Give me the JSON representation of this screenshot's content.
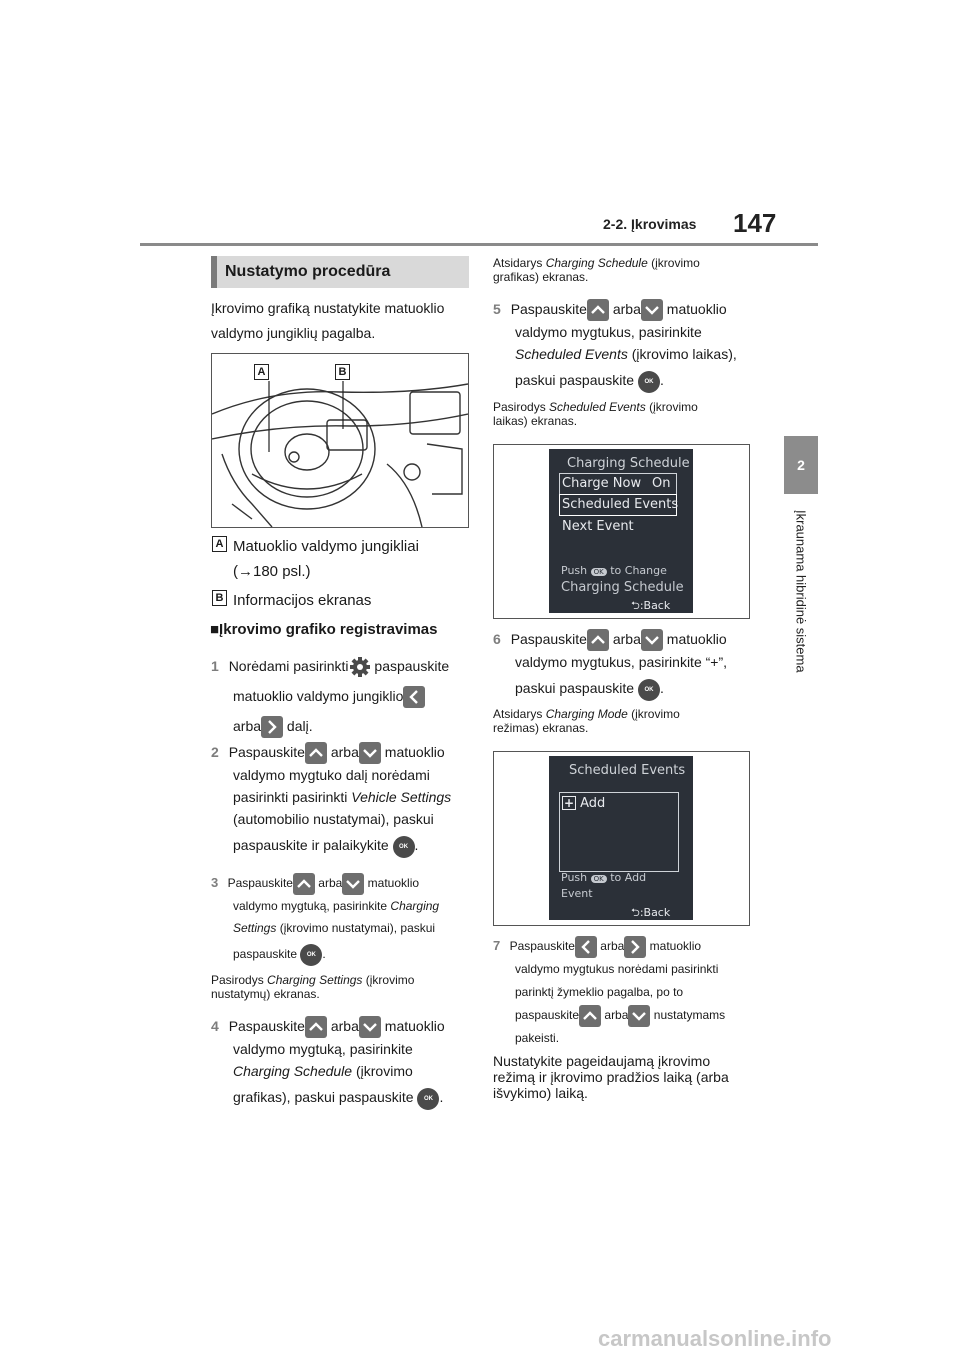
{
  "header": {
    "section": "2-2. Įkrovimas",
    "page_number": "147"
  },
  "side": {
    "tab_number": "2",
    "chapter": "Įkraunama hibridinė sistema"
  },
  "left": {
    "section_title": "Nustatymo procedūra",
    "intro": "Įkrovimo grafiką nustatykite matuoklio valdymo jungiklių pagalba.",
    "intro_l1": "Įkrovimo grafiką nustatykite matuoklio",
    "intro_l2": "valdymo jungiklių pagalba.",
    "fig_label_a": "A",
    "fig_label_b": "B",
    "legend_a_l1": "Matuoklio valdymo jungikliai",
    "legend_a_l2": "(→180 psl.)",
    "legend_b": "Informacijos ekranas",
    "subhead": "■Įkrovimo grafiko registravimas",
    "step1_num": "1",
    "step1_a": "Norėdami pasirinkti",
    "step1_b": "paspauskite",
    "step1_c": "matuoklio valdymo jungiklio",
    "step1_d": "arba",
    "step1_e": "dalį.",
    "step2_num": "2",
    "step2_a": "Paspauskite",
    "step2_b": "arba",
    "step2_c": "matuoklio",
    "step2_l2": "valdymo mygtuko dalį norėdami",
    "step2_l3a": "pasirinkti pasirinkti",
    "step2_l3b": "Vehicle Settings",
    "step2_l4": "(automobilio nustatymai), paskui",
    "step2_l5": "paspauskite ir palaikykite",
    "step3_num": "3",
    "step3_a": "Paspauskite",
    "step3_b": "arba",
    "step3_c": "matuoklio",
    "step3_l2a": "valdymo mygtuką, pasirinkite",
    "step3_l2b": "Charging",
    "step3_l3a": "Settings",
    "step3_l3b": "(įkrovimo nustatymai), paskui",
    "step3_l4": "paspauskite",
    "note3_l1a": "Pasirodys",
    "note3_l1b": "Charging Settings",
    "note3_l1c": "(įkrovimo",
    "note3_l2": "nustatymų) ekranas.",
    "step4_num": "4",
    "step4_a": "Paspauskite",
    "step4_b": "arba",
    "step4_c": "matuoklio",
    "step4_l2": "valdymo mygtuką, pasirinkite",
    "step4_l3a": "Charging Schedule",
    "step4_l3b": "(įkrovimo",
    "step4_l4": "grafikas), paskui paspauskite"
  },
  "right": {
    "note4_l1a": "Atsidarys",
    "note4_l1b": "Charging Schedule",
    "note4_l1c": "(įkrovimo",
    "note4_l2": "grafikas) ekranas.",
    "step5_num": "5",
    "step5_a": "Paspauskite",
    "step5_b": "arba",
    "step5_c": "matuoklio",
    "step5_l2": "valdymo mygtukus, pasirinkite",
    "step5_l3a": "Scheduled Events",
    "step5_l3b": "(įkrovimo laikas),",
    "step5_l4": "paskui paspauskite",
    "note5_l1a": "Pasirodys",
    "note5_l1b": "Scheduled Events",
    "note5_l1c": "(įkrovimo",
    "note5_l2": "laikas) ekranas.",
    "screen1": {
      "title": "Charging Schedule",
      "item1": "Charge Now",
      "item1_value": "On",
      "item2": "Scheduled Events",
      "item3": "Next Event",
      "hint_a": "Push",
      "hint_ok": "OK",
      "hint_b": "to Change",
      "hint_l2": "Charging Schedule",
      "back": ":Back"
    },
    "step6_num": "6",
    "step6_a": "Paspauskite",
    "step6_b": "arba",
    "step6_c": "matuoklio",
    "step6_l2": "valdymo mygtukus, pasirinkite “+”,",
    "step6_l3": "paskui paspauskite",
    "note6_l1a": "Atsidarys",
    "note6_l1b": "Charging Mode",
    "note6_l1c": "(įkrovimo",
    "note6_l2": "režimas) ekranas.",
    "screen2": {
      "title": "Scheduled Events",
      "add": "Add",
      "hint_a": "Push",
      "hint_ok": "OK",
      "hint_b": "to Add",
      "hint_l2": "Event",
      "back": ":Back"
    },
    "step7_num": "7",
    "step7_a": "Paspauskite",
    "step7_b": "arba",
    "step7_c": "matuoklio",
    "step7_l2": "valdymo mygtukus norėdami pasirinkti",
    "step7_l3": "parinktį žymeklio pagalba, po to",
    "step7_l4a": "paspauskite",
    "step7_l4b": "arba",
    "step7_l4c": "nustatymams",
    "step7_l5": "pakeisti.",
    "final_l1": "Nustatykite pageidaujamą įkrovimo",
    "final_l2": "režimą ir įkrovimo pradžios laiką (arba",
    "final_l3": "išvykimo) laiką."
  },
  "ok_label": "OK",
  "watermark": "carmanualsonline.info"
}
